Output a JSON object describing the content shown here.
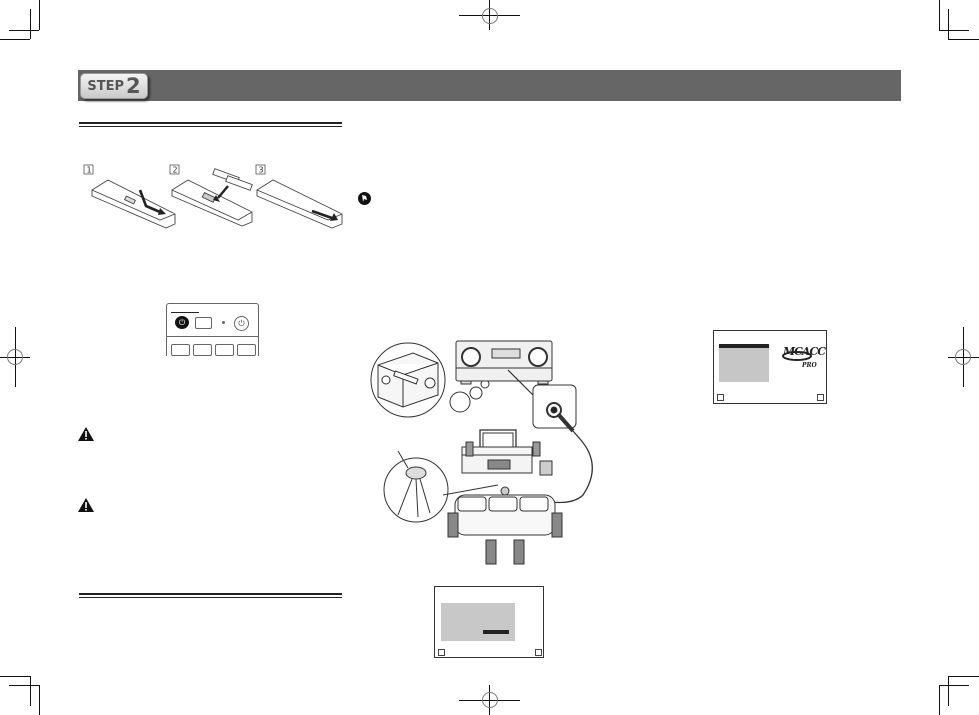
{
  "header": {
    "step_label": "STEP",
    "step_number": "2",
    "bar_color": "#666666"
  },
  "left_column": {
    "battery_steps": [
      "1",
      "2",
      "3"
    ],
    "remote_panel": {
      "buttons": [
        "power-button",
        "blank-button",
        "indicator-led",
        "receiver-power-button"
      ]
    },
    "warnings": [
      {
        "icon": "warning-icon"
      },
      {
        "icon": "warning-icon"
      }
    ]
  },
  "middle_column": {
    "important_icon": "important-icon",
    "illustration": "mcacc-setup-diagram",
    "setup_screen": {
      "icon_left": "back-icon",
      "icon_right": "return-icon"
    }
  },
  "right_column": {
    "mcacc_screen": {
      "logo_text": "MCACC",
      "logo_sub": "PRO",
      "icon_left": "back-icon",
      "icon_right": "return-icon"
    }
  }
}
